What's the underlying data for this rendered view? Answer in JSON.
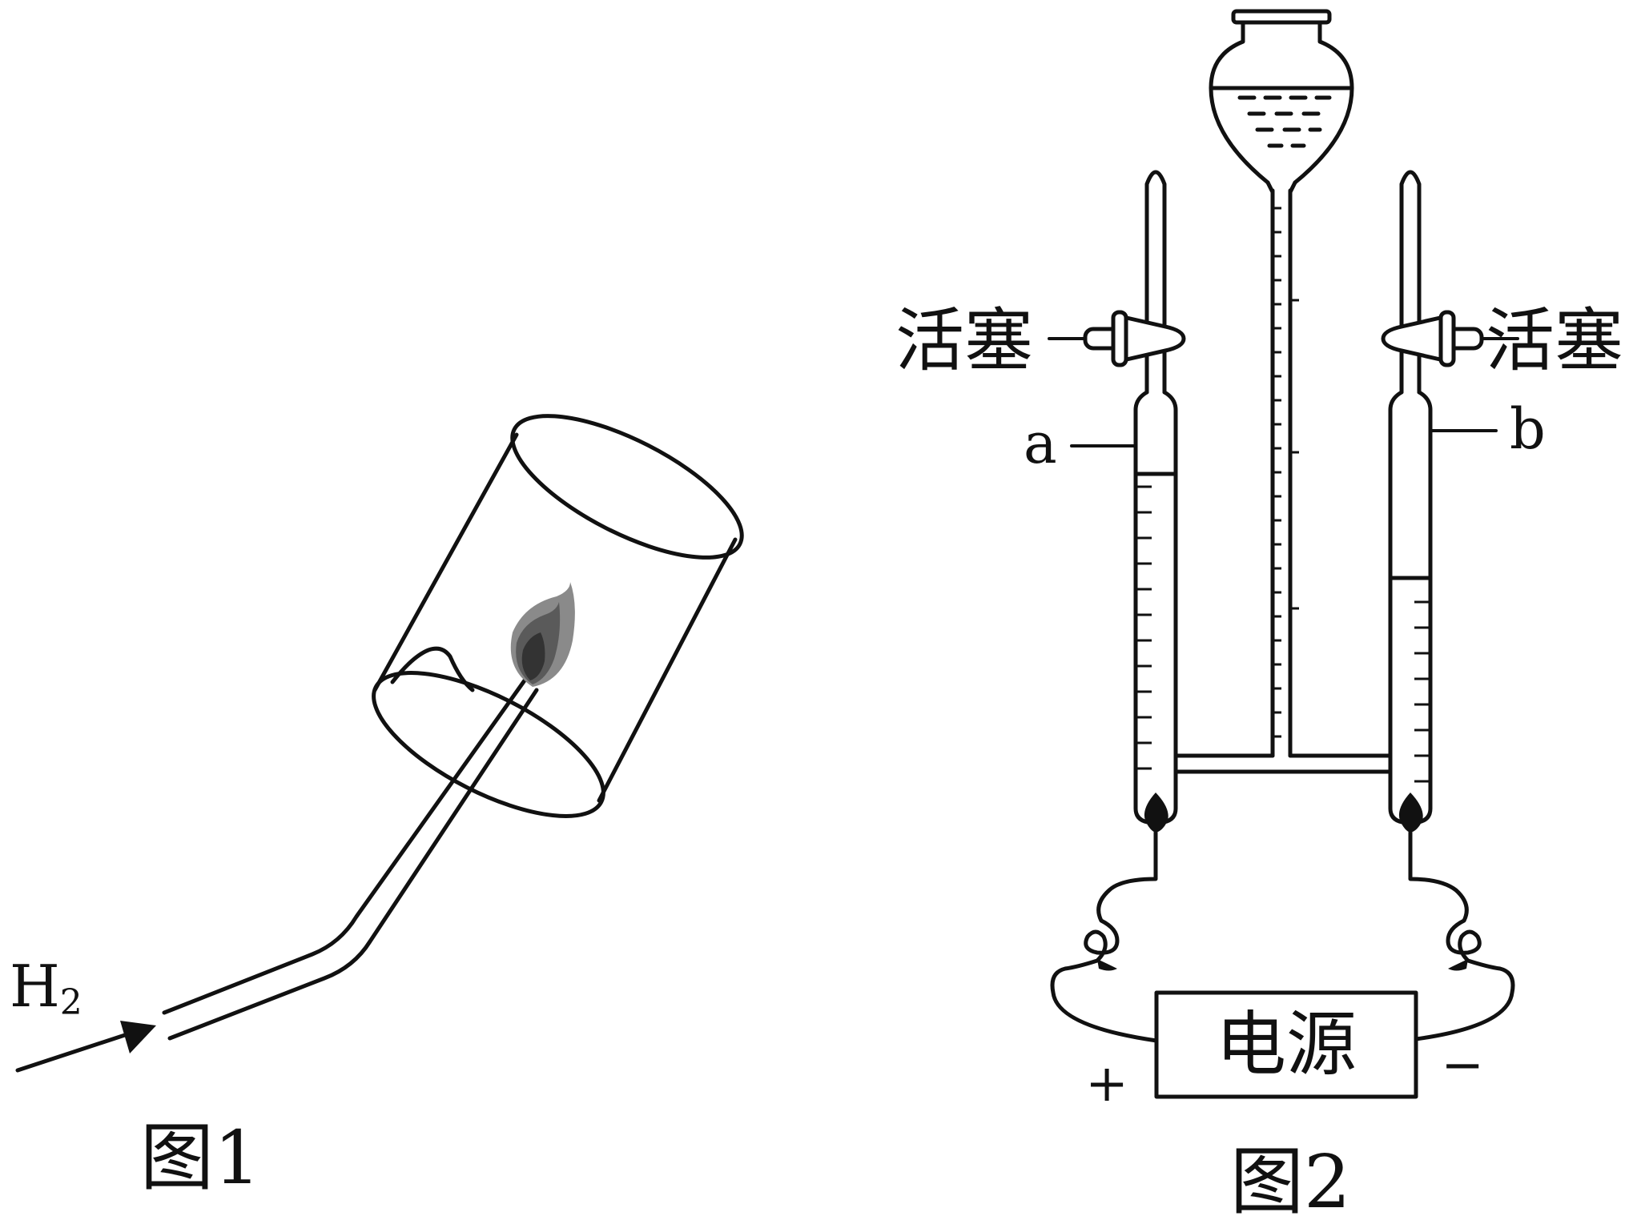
{
  "figure1": {
    "caption": "图1",
    "gas_label_base": "H",
    "gas_label_sub": "2"
  },
  "figure2": {
    "caption": "图2",
    "stopcock_left": "活塞",
    "stopcock_right": "活塞",
    "tube_a": "a",
    "tube_b": "b",
    "power_label": "电源",
    "positive_sign": "+",
    "negative_sign": "−"
  },
  "colors": {
    "ink": "#111111",
    "flame_outer": "#8a8a8a",
    "flame_mid": "#5a5a5a",
    "flame_core": "#333333"
  }
}
